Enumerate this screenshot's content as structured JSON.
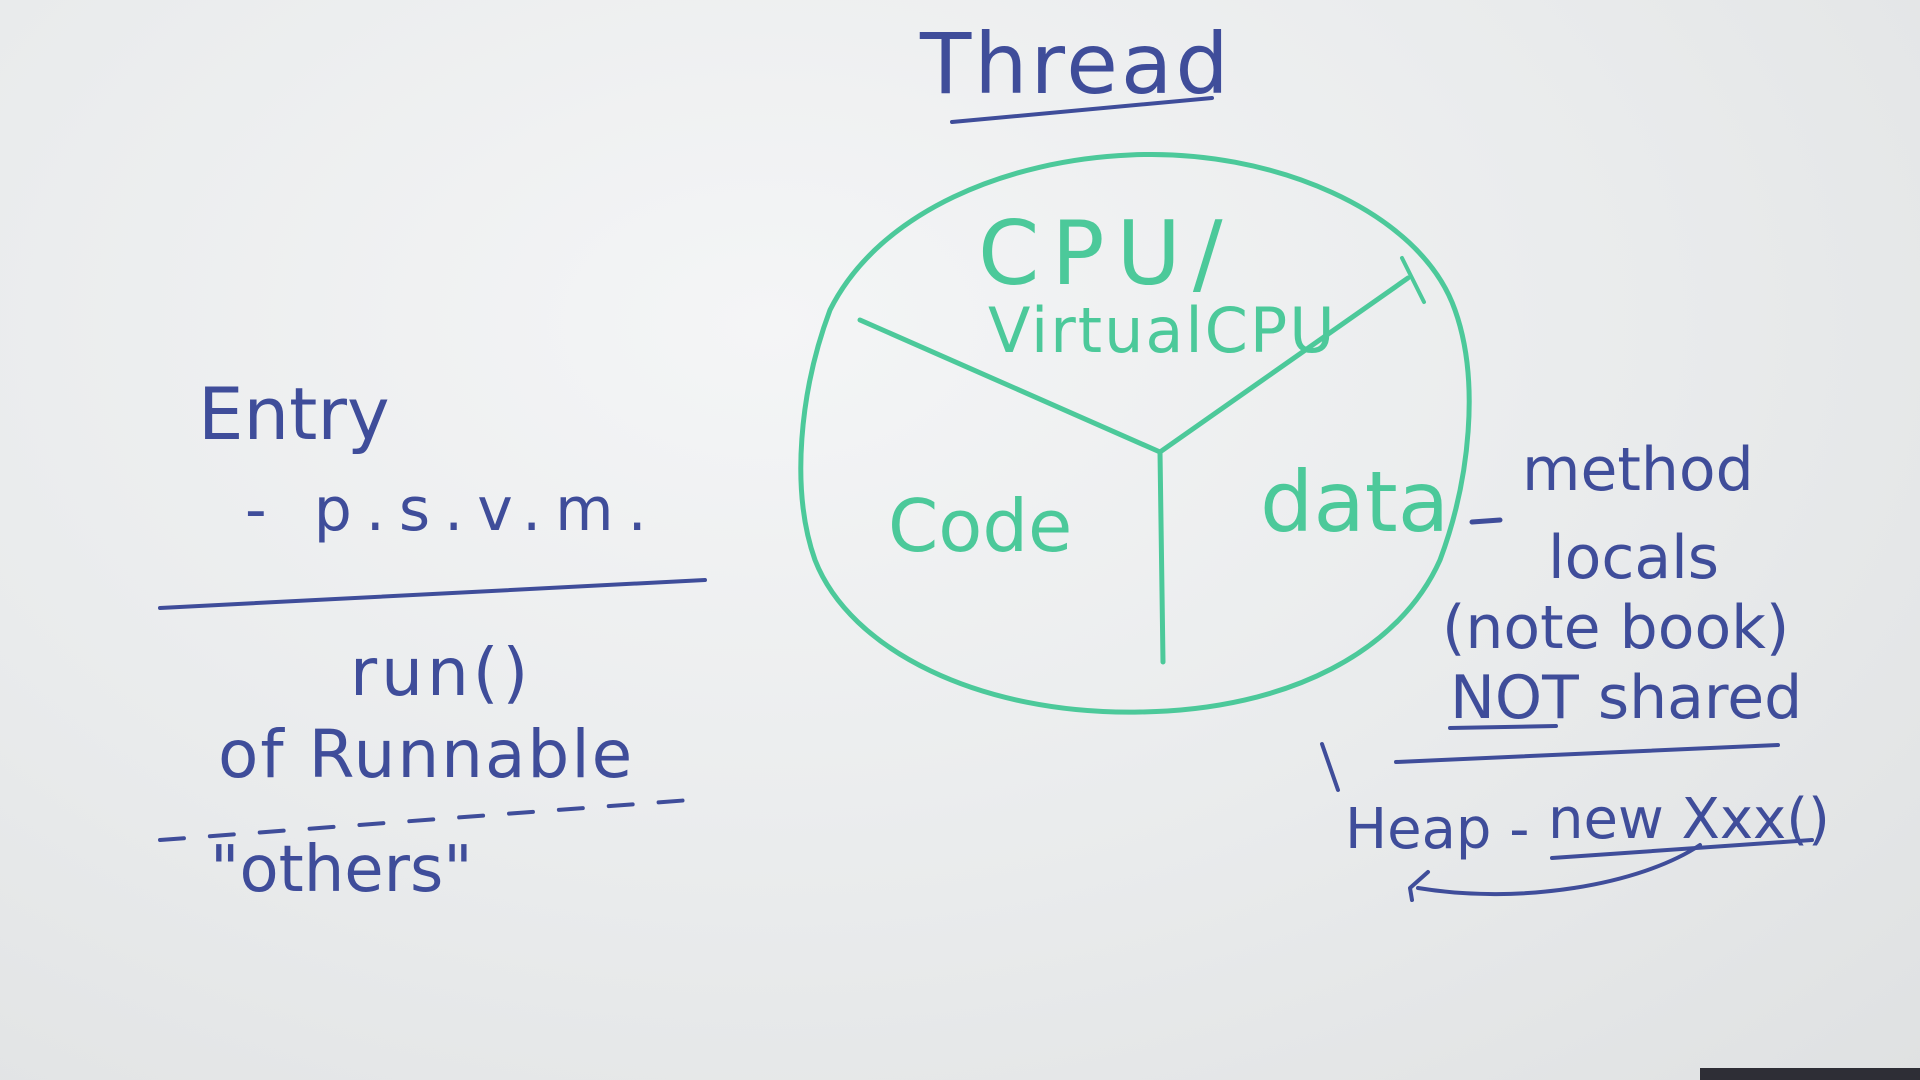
{
  "board": {
    "background": "#e9ebec",
    "ink_blue": "#3f4d9a",
    "ink_green": "#4cc99a"
  },
  "title": "Thread",
  "left": {
    "entry": "Entry",
    "psvm": "- p.s.v.m.",
    "run": "run()",
    "runnable": "of Runnable",
    "others": "\"others\""
  },
  "circle": {
    "cpu": "CPU/",
    "virtual_cpu": "VirtualCPU",
    "code": "Code",
    "data": "data"
  },
  "right": {
    "method": "method",
    "locals": "locals",
    "notebook": "(note book)",
    "not_shared": "NOT shared",
    "heap": "Heap -",
    "new": "new Xxx()"
  }
}
